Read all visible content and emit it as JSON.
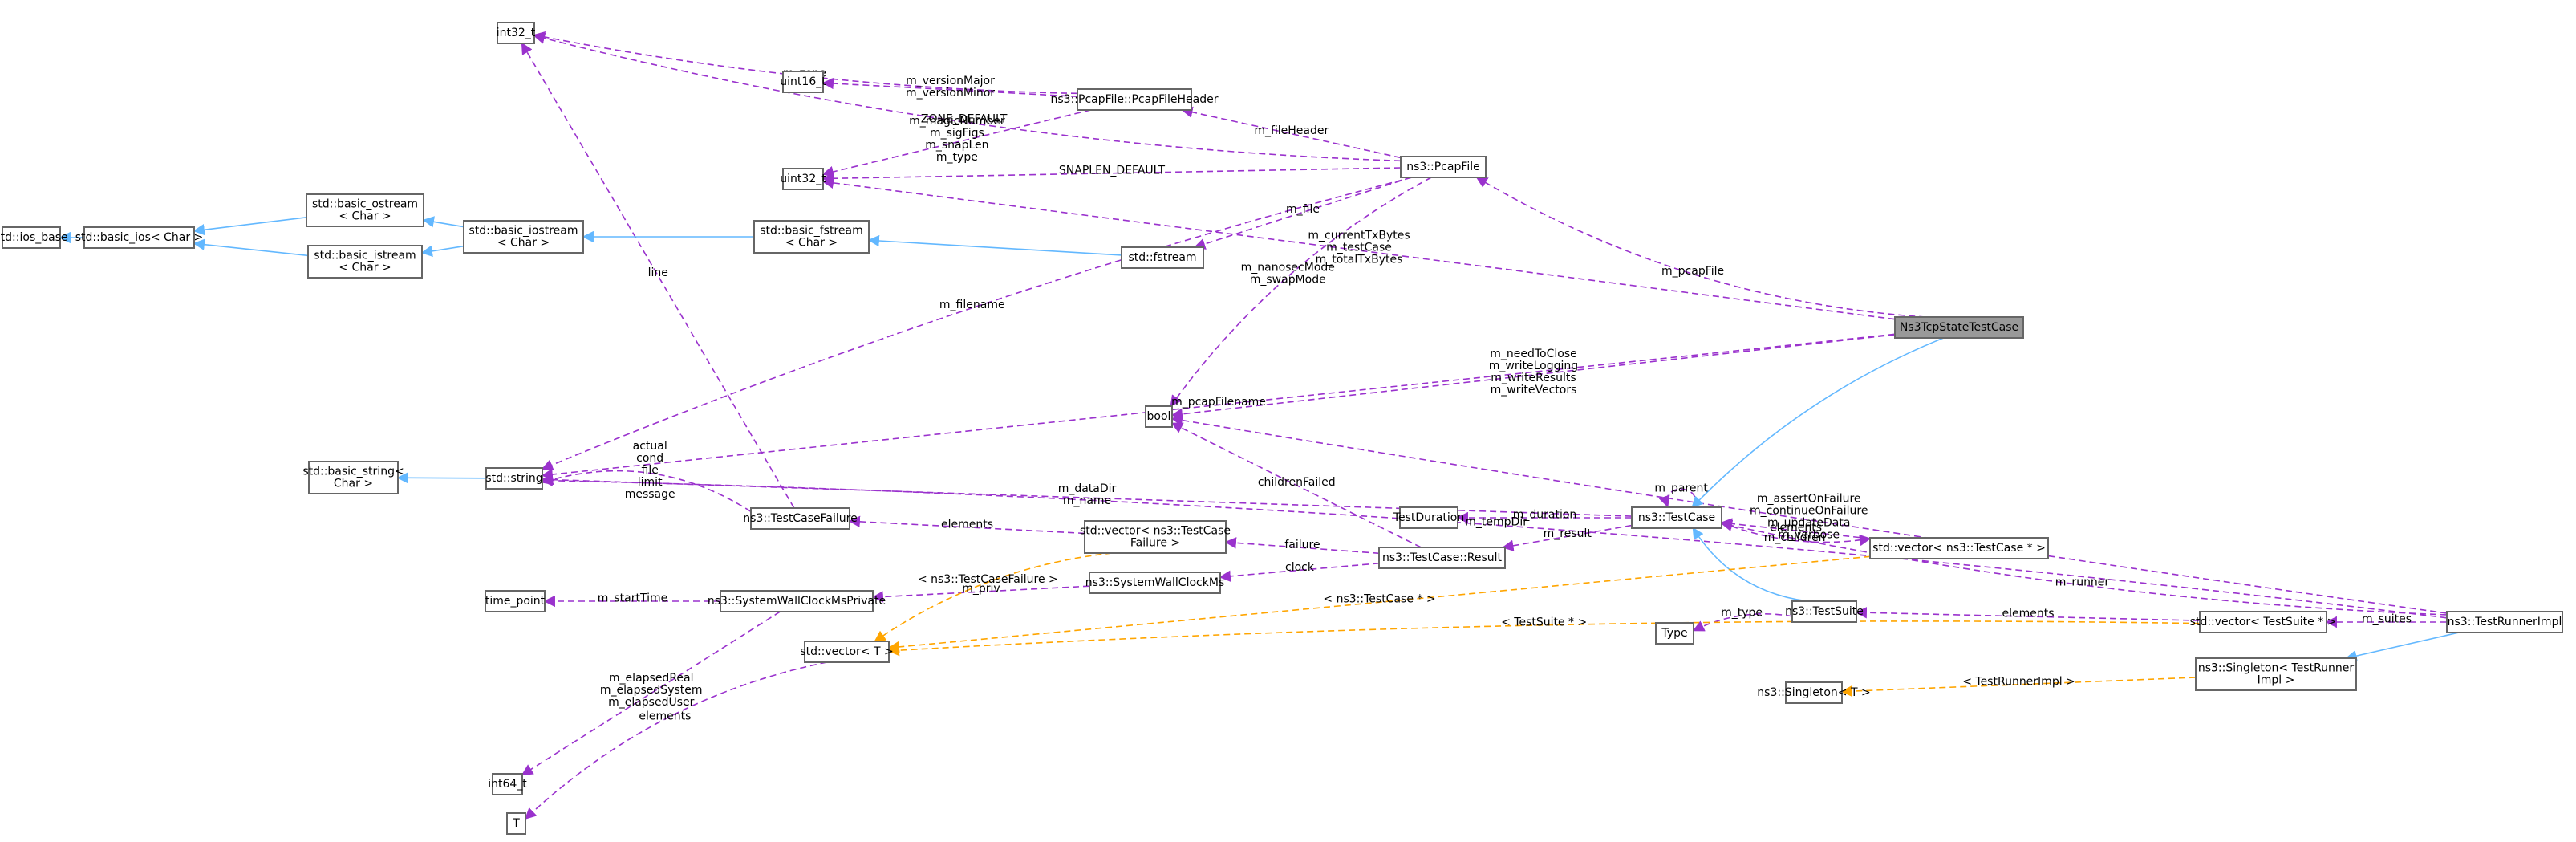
{
  "title": "Ns3TcpStateTestCase collaboration diagram",
  "colors": {
    "usage_edge": "#9a32cd",
    "inheritance_edge": "#63b8ff",
    "template_edge": "#ffa500",
    "focus_node_fill": "#999999",
    "node_border": "#666666"
  },
  "nodes": [
    {
      "id": "ns3tcpstatetestcase",
      "lines": [
        "Ns3TcpStateTestCase"
      ],
      "focus": true
    },
    {
      "id": "int32_t",
      "lines": [
        "int32_t"
      ]
    },
    {
      "id": "uint16_t",
      "lines": [
        "uint16_t"
      ]
    },
    {
      "id": "uint32_t",
      "lines": [
        "uint32_t"
      ]
    },
    {
      "id": "pcapfileheader",
      "lines": [
        "ns3::PcapFile::PcapFileHeader"
      ]
    },
    {
      "id": "pcapfile",
      "lines": [
        "ns3::PcapFile"
      ]
    },
    {
      "id": "ios_base",
      "lines": [
        "std::ios_base"
      ]
    },
    {
      "id": "basic_ios",
      "lines": [
        "std::basic_ios< Char >"
      ]
    },
    {
      "id": "basic_ostream",
      "lines": [
        "std::basic_ostream",
        "< Char >"
      ]
    },
    {
      "id": "basic_istream",
      "lines": [
        "std::basic_istream",
        "< Char >"
      ]
    },
    {
      "id": "basic_iostream",
      "lines": [
        "std::basic_iostream",
        "< Char >"
      ]
    },
    {
      "id": "basic_fstream",
      "lines": [
        "std::basic_fstream",
        "< Char >"
      ]
    },
    {
      "id": "fstream",
      "lines": [
        "std::fstream"
      ]
    },
    {
      "id": "bool",
      "lines": [
        "bool"
      ]
    },
    {
      "id": "basic_string",
      "lines": [
        "std::basic_string<",
        "Char >"
      ]
    },
    {
      "id": "string",
      "lines": [
        "std::string"
      ]
    },
    {
      "id": "testcasefailure",
      "lines": [
        "ns3::TestCaseFailure"
      ]
    },
    {
      "id": "vector_tcfailure",
      "lines": [
        "std::vector< ns3::TestCase",
        "Failure >"
      ]
    },
    {
      "id": "testduration",
      "lines": [
        "TestDuration"
      ]
    },
    {
      "id": "testcase",
      "lines": [
        "ns3::TestCase"
      ]
    },
    {
      "id": "result",
      "lines": [
        "ns3::TestCase::Result"
      ]
    },
    {
      "id": "vector_testcaseptr",
      "lines": [
        "std::vector< ns3::TestCase * >"
      ]
    },
    {
      "id": "systemwallclockms",
      "lines": [
        "ns3::SystemWallClockMs"
      ]
    },
    {
      "id": "time_point",
      "lines": [
        "time_point"
      ]
    },
    {
      "id": "swcmsprivate",
      "lines": [
        "ns3::SystemWallClockMsPrivate"
      ]
    },
    {
      "id": "vector_t",
      "lines": [
        "std::vector< T >"
      ]
    },
    {
      "id": "testsuite",
      "lines": [
        "ns3::TestSuite"
      ]
    },
    {
      "id": "type",
      "lines": [
        "Type"
      ]
    },
    {
      "id": "vector_testsuiteptr",
      "lines": [
        "std::vector< TestSuite * >"
      ]
    },
    {
      "id": "testrunnerimpl",
      "lines": [
        "ns3::TestRunnerImpl"
      ]
    },
    {
      "id": "singleton_tri",
      "lines": [
        "ns3::Singleton< TestRunner",
        "Impl >"
      ]
    },
    {
      "id": "singleton_t",
      "lines": [
        "ns3::Singleton< T >"
      ]
    },
    {
      "id": "int64_t",
      "lines": [
        "int64_t"
      ]
    },
    {
      "id": "t",
      "lines": [
        "T"
      ]
    }
  ],
  "edges": [
    {
      "id": "e1",
      "from": "pcapfile",
      "to": "int32_t",
      "kind": "usage",
      "label": [
        "ZONE_DEFAULT"
      ]
    },
    {
      "id": "e2",
      "from": "pcapfileheader",
      "to": "int32_t",
      "kind": "usage",
      "label": [
        "m_zone"
      ]
    },
    {
      "id": "e3",
      "from": "pcapfileheader",
      "to": "uint16_t",
      "kind": "usage",
      "label": [
        "m_versionMajor",
        "m_versionMinor"
      ]
    },
    {
      "id": "e4",
      "from": "pcapfileheader",
      "to": "uint32_t",
      "kind": "usage",
      "label": [
        "m_magicNumber",
        "m_sigFigs",
        "m_snapLen",
        "m_type"
      ]
    },
    {
      "id": "e5",
      "from": "pcapfile",
      "to": "pcapfileheader",
      "kind": "usage",
      "label": [
        "m_fileHeader"
      ]
    },
    {
      "id": "e6",
      "from": "pcapfile",
      "to": "uint32_t",
      "kind": "usage",
      "label": [
        "SNAPLEN_DEFAULT"
      ]
    },
    {
      "id": "e7",
      "from": "pcapfile",
      "to": "fstream",
      "kind": "usage",
      "label": [
        "m_file"
      ]
    },
    {
      "id": "e8",
      "from": "ns3tcpstatetestcase",
      "to": "pcapfile",
      "kind": "usage",
      "label": [
        "m_pcapFile"
      ]
    },
    {
      "id": "e9",
      "from": "ns3tcpstatetestcase",
      "to": "uint32_t",
      "kind": "usage",
      "label": [
        "m_currentTxBytes",
        "m_testCase",
        "m_totalTxBytes"
      ]
    },
    {
      "id": "e10",
      "from": "pcapfile",
      "to": "string",
      "kind": "usage",
      "label": [
        "m_filename"
      ]
    },
    {
      "id": "e11",
      "from": "ns3tcpstatetestcase",
      "to": "string",
      "kind": "usage",
      "label": [
        "m_pcapFilename"
      ]
    },
    {
      "id": "e12",
      "from": "pcapfile",
      "to": "bool",
      "kind": "usage",
      "label": [
        "m_nanosecMode",
        "m_swapMode"
      ]
    },
    {
      "id": "e13",
      "from": "ns3tcpstatetestcase",
      "to": "bool",
      "kind": "usage",
      "label": [
        "m_needToClose",
        "m_writeLogging",
        "m_writeResults",
        "m_writeVectors"
      ]
    },
    {
      "id": "e14",
      "from": "testrunnerimpl",
      "to": "bool",
      "kind": "usage",
      "label": [
        "m_assertOnFailure",
        "m_continueOnFailure",
        "m_updateData",
        "m_verbose"
      ]
    },
    {
      "id": "e15",
      "from": "result",
      "to": "bool",
      "kind": "usage",
      "label": [
        "childrenFailed"
      ]
    },
    {
      "id": "e16",
      "from": "testcase",
      "to": "string",
      "kind": "usage",
      "label": [
        "m_dataDir",
        "m_name"
      ]
    },
    {
      "id": "e17",
      "from": "testcase",
      "to": "testcase",
      "kind": "usage",
      "label": [
        "m_parent"
      ]
    },
    {
      "id": "e18",
      "from": "testcase",
      "to": "testduration",
      "kind": "usage",
      "label": [
        "m_duration"
      ]
    },
    {
      "id": "e19",
      "from": "testcase",
      "to": "result",
      "kind": "usage",
      "label": [
        "m_result"
      ]
    },
    {
      "id": "e20",
      "from": "vector_testcaseptr",
      "to": "testcase",
      "kind": "usage",
      "label": [
        "elements"
      ]
    },
    {
      "id": "e21",
      "from": "testcase",
      "to": "vector_testcaseptr",
      "kind": "usage",
      "label": [
        "m_children"
      ]
    },
    {
      "id": "e22",
      "from": "testrunnerimpl",
      "to": "testcase",
      "kind": "usage",
      "label": [
        "m_runner"
      ]
    },
    {
      "id": "e23",
      "from": "result",
      "to": "vector_tcfailure",
      "kind": "usage",
      "label": [
        "failure"
      ]
    },
    {
      "id": "e24",
      "from": "result",
      "to": "systemwallclockms",
      "kind": "usage",
      "label": [
        "clock"
      ]
    },
    {
      "id": "e25",
      "from": "vector_tcfailure",
      "to": "testcasefailure",
      "kind": "usage",
      "label": [
        "elements"
      ]
    },
    {
      "id": "e26",
      "from": "testcasefailure",
      "to": "string",
      "kind": "usage",
      "label": [
        "actual",
        "cond",
        "file",
        "limit",
        "message"
      ]
    },
    {
      "id": "e27",
      "from": "testcasefailure",
      "to": "int32_t",
      "kind": "usage",
      "label": [
        "line"
      ]
    },
    {
      "id": "e28",
      "from": "systemwallclockms",
      "to": "swcmsprivate",
      "kind": "usage",
      "label": [
        "m_priv"
      ]
    },
    {
      "id": "e29",
      "from": "swcmsprivate",
      "to": "time_point",
      "kind": "usage",
      "label": [
        "m_startTime"
      ]
    },
    {
      "id": "e30",
      "from": "swcmsprivate",
      "to": "int64_t",
      "kind": "usage",
      "label": [
        "m_elapsedReal",
        "m_elapsedSystem",
        "m_elapsedUser"
      ]
    },
    {
      "id": "e31",
      "from": "testsuite",
      "to": "type",
      "kind": "usage",
      "label": [
        "m_type"
      ]
    },
    {
      "id": "e32",
      "from": "vector_testsuiteptr",
      "to": "testsuite",
      "kind": "usage",
      "label": [
        "elements"
      ]
    },
    {
      "id": "e33",
      "from": "testrunnerimpl",
      "to": "vector_testsuiteptr",
      "kind": "usage",
      "label": [
        "m_suites"
      ]
    },
    {
      "id": "e34",
      "from": "testrunnerimpl",
      "to": "string",
      "kind": "usage",
      "label": [
        "m_tempDir"
      ]
    },
    {
      "id": "e35",
      "from": "vector_t",
      "to": "t",
      "kind": "usage",
      "label": [
        "elements"
      ]
    },
    {
      "id": "e36",
      "from": "basic_ios",
      "to": "ios_base",
      "kind": "inherit",
      "label": []
    },
    {
      "id": "e37",
      "from": "basic_ostream",
      "to": "basic_ios",
      "kind": "inherit",
      "label": []
    },
    {
      "id": "e38",
      "from": "basic_istream",
      "to": "basic_ios",
      "kind": "inherit",
      "label": []
    },
    {
      "id": "e39",
      "from": "basic_iostream",
      "to": "basic_ostream",
      "kind": "inherit",
      "label": []
    },
    {
      "id": "e40",
      "from": "basic_iostream",
      "to": "basic_istream",
      "kind": "inherit",
      "label": []
    },
    {
      "id": "e41",
      "from": "basic_fstream",
      "to": "basic_iostream",
      "kind": "inherit",
      "label": []
    },
    {
      "id": "e42",
      "from": "fstream",
      "to": "basic_fstream",
      "kind": "inherit",
      "label": []
    },
    {
      "id": "e43",
      "from": "string",
      "to": "basic_string",
      "kind": "inherit",
      "label": []
    },
    {
      "id": "e44",
      "from": "ns3tcpstatetestcase",
      "to": "testcase",
      "kind": "inherit",
      "label": []
    },
    {
      "id": "e45",
      "from": "testsuite",
      "to": "testcase",
      "kind": "inherit",
      "label": []
    },
    {
      "id": "e46",
      "from": "testrunnerimpl",
      "to": "singleton_tri",
      "kind": "inherit",
      "label": []
    },
    {
      "id": "e47",
      "from": "vector_tcfailure",
      "to": "vector_t",
      "kind": "template",
      "label": [
        "< ns3::TestCaseFailure >"
      ]
    },
    {
      "id": "e48",
      "from": "vector_testcaseptr",
      "to": "vector_t",
      "kind": "template",
      "label": [
        "< ns3::TestCase * >"
      ]
    },
    {
      "id": "e49",
      "from": "vector_testsuiteptr",
      "to": "vector_t",
      "kind": "template",
      "label": [
        "< TestSuite * >"
      ]
    },
    {
      "id": "e50",
      "from": "singleton_tri",
      "to": "singleton_t",
      "kind": "template",
      "label": [
        "< TestRunnerImpl >"
      ]
    }
  ]
}
